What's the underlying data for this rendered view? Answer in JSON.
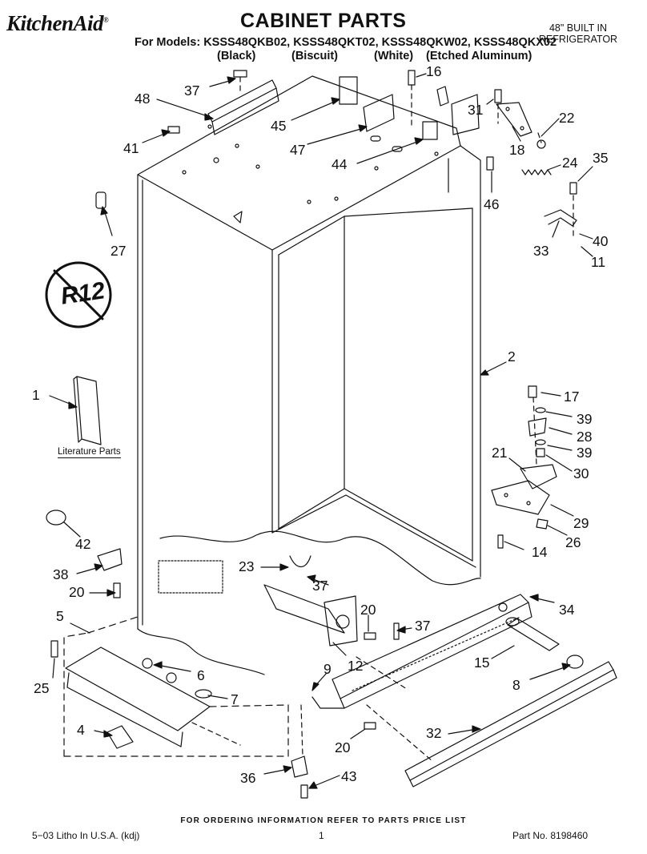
{
  "header": {
    "brand": "KitchenAid",
    "brand_mark": "®",
    "title": "CABINET PARTS",
    "models_line": "For Models: KSSS48QKB02, KSSS48QKT02, KSSS48QKW02, KSSS48QKX02",
    "variants": [
      "(Black)",
      "(Biscuit)",
      "(White)",
      "(Etched Aluminum)"
    ],
    "product_line1": "48\" BUILT IN",
    "product_line2": "REFRIGERATOR"
  },
  "callouts": [
    "1",
    "2",
    "4",
    "5",
    "6",
    "7",
    "8",
    "9",
    "11",
    "12",
    "14",
    "15",
    "16",
    "17",
    "18",
    "20",
    "20",
    "20",
    "21",
    "22",
    "23",
    "24",
    "25",
    "26",
    "27",
    "28",
    "29",
    "30",
    "31",
    "32",
    "33",
    "34",
    "35",
    "36",
    "37",
    "37",
    "37",
    "38",
    "39",
    "39",
    "40",
    "41",
    "42",
    "43",
    "44",
    "45",
    "46",
    "47",
    "48"
  ],
  "literature_label": "Literature Parts",
  "r12_badge": "R12",
  "footer": {
    "ordering": "FOR ORDERING INFORMATION REFER TO PARTS PRICE LIST",
    "litho": "5−03 Litho In U.S.A. (kdj)",
    "page": "1",
    "part_no": "Part No. 8198460"
  }
}
